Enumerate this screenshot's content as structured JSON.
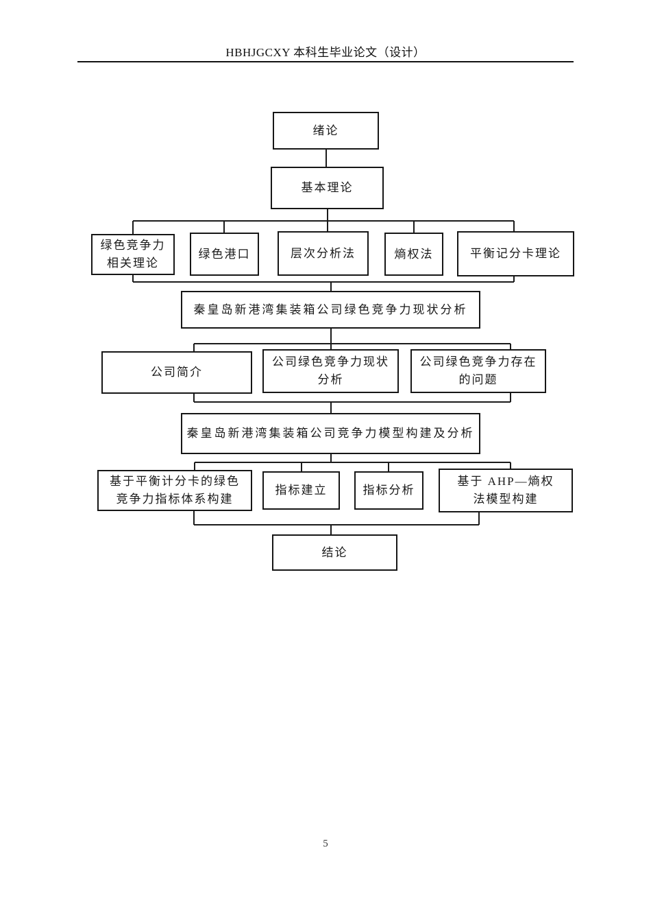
{
  "page": {
    "header": "HBHJGCXY 本科生毕业论文（设计）",
    "page_number": "5"
  },
  "diagram": {
    "type": "flowchart",
    "nodes": {
      "intro": "绪论",
      "basic_theory": "基本理论",
      "green_competitiveness_theory": "绿色竞争力\n相关理论",
      "green_port": "绿色港口",
      "ahp_method": "层次分析法",
      "entropy_method": "熵权法",
      "balanced_scorecard_theory": "平衡记分卡理论",
      "status_analysis": "秦皇岛新港湾集装箱公司绿色竞争力现状分析",
      "company_profile": "公司简介",
      "company_green_status": "公司绿色竞争力现状\n分析",
      "company_problems": "公司绿色竞争力存在\n的问题",
      "model_construction": "秦皇岛新港湾集装箱公司竞争力模型构建及分析",
      "bsc_index_system": "基于平衡计分卡的绿色\n竞争力指标体系构建",
      "index_establish": "指标建立",
      "index_analysis": "指标分析",
      "ahp_entropy_model": "基于 AHP—熵权\n法模型构建",
      "conclusion": "结论"
    }
  }
}
